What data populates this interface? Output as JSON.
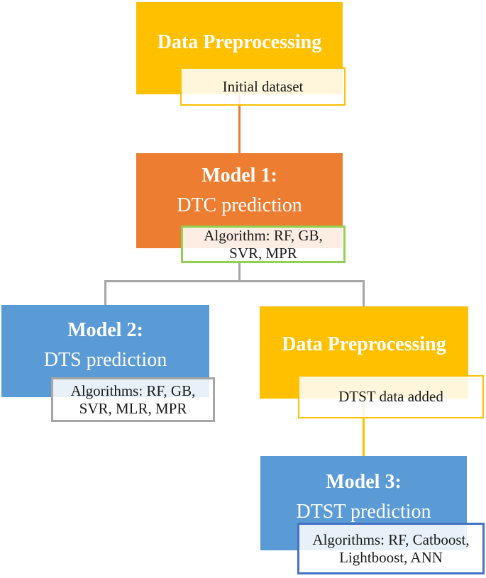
{
  "figure": {
    "type": "flowchart",
    "background": "#FFFFFF"
  },
  "colors": {
    "yellow": "#FFC000",
    "orange": "#ED7D31",
    "blue": "#5B9BD5",
    "green_border": "#92D050",
    "gray_border": "#A6A6A6",
    "blue_border": "#4472C4",
    "connector_gray": "#A6A6A6",
    "connector_orange": "#ED7D31",
    "connector_yellow": "#FFC000",
    "title_text": "#FFFFFF",
    "label_text": "#1A1A1A"
  },
  "nodes": {
    "preprocessing1": {
      "title": "Data Preprocessing",
      "label": "Initial dataset"
    },
    "model1": {
      "title": "Model 1:",
      "subtitle": "DTC prediction",
      "label_line1": "Algorithm: RF, GB,",
      "label_line2": "SVR, MPR"
    },
    "model2": {
      "title": "Model 2:",
      "subtitle": "DTS prediction",
      "label_line1": "Algorithms: RF, GB,",
      "label_line2": "SVR, MLR, MPR"
    },
    "preprocessing2": {
      "title": "Data Preprocessing",
      "label": "DTST data added"
    },
    "model3": {
      "title": "Model 3:",
      "subtitle": "DTST prediction",
      "label_line1": "Algorithms: RF, Catboost,",
      "label_line2": "Lightboost, ANN"
    }
  }
}
